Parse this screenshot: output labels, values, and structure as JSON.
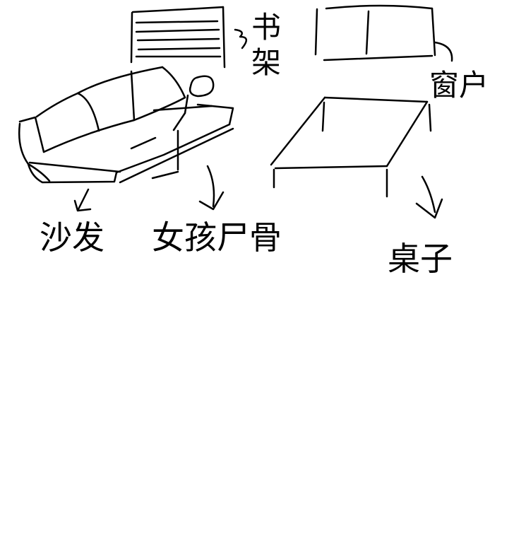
{
  "canvas": {
    "background": "#ffffff",
    "stroke_color": "#000000"
  },
  "labels": {
    "bookshelf": "书架",
    "window": "窗户",
    "sofa": "沙发",
    "girl": "女孩尸骨",
    "table": "桌子"
  },
  "drawings": [
    {
      "name": "bookshelf-drawing",
      "label_key": "bookshelf"
    },
    {
      "name": "window-drawing",
      "label_key": "window"
    },
    {
      "name": "sofa-drawing",
      "label_key": "sofa"
    },
    {
      "name": "skeleton-drawing",
      "label_key": "girl"
    },
    {
      "name": "table-drawing",
      "label_key": "table"
    }
  ]
}
